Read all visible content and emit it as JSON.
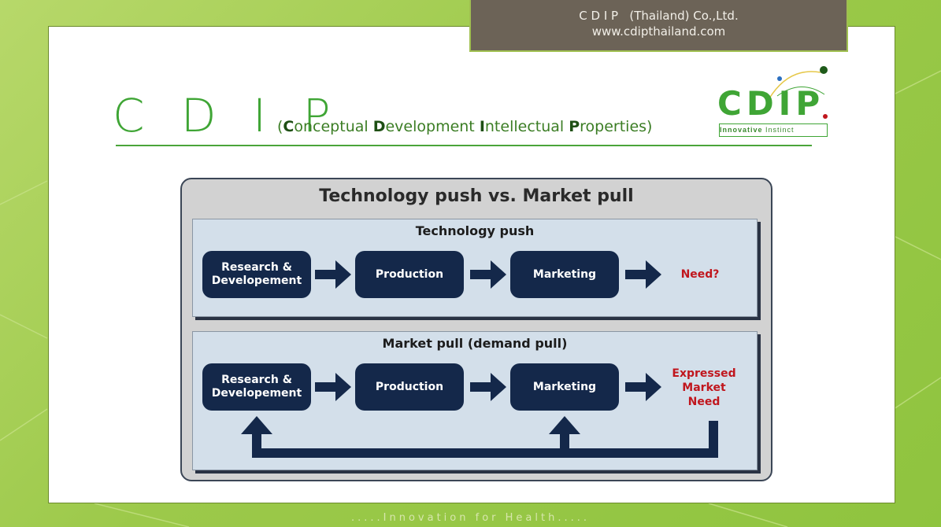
{
  "header": {
    "company": "C D I P   (Thailand) Co.,Ltd.",
    "website": "www.cdipthailand.com"
  },
  "title": {
    "main": "C D I P",
    "subtitle_parts": [
      {
        "text": "(",
        "bold": false
      },
      {
        "text": "C",
        "bold": true
      },
      {
        "text": "onceptual ",
        "bold": false
      },
      {
        "text": "D",
        "bold": true
      },
      {
        "text": "evelopment ",
        "bold": false
      },
      {
        "text": "I",
        "bold": true
      },
      {
        "text": "ntellectual ",
        "bold": false
      },
      {
        "text": "P",
        "bold": true
      },
      {
        "text": "roperties)",
        "bold": false
      }
    ]
  },
  "logo": {
    "text": "CDIP",
    "tag_bold": "Innovative",
    "tag_rest": "Instinct"
  },
  "diagram": {
    "title": "Technology push vs. Market pull",
    "tech_push": {
      "title": "Technology push",
      "steps": [
        "Research & Developement",
        "Production",
        "Marketing"
      ],
      "outcome": "Need?"
    },
    "market_pull": {
      "title": "Market pull (demand pull)",
      "steps": [
        "Research & Developement",
        "Production",
        "Marketing"
      ],
      "outcome": "Expressed Market Need"
    }
  },
  "footer": ".....Innovation for Health.....",
  "colors": {
    "green": "#3fa535",
    "navy": "#14284a",
    "red": "#c0161d",
    "panel": "#d3dfea"
  }
}
